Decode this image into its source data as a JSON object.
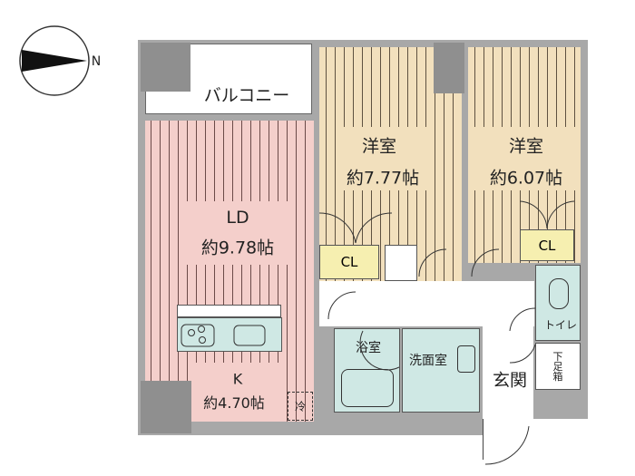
{
  "compass": {
    "label": "N"
  },
  "rooms": {
    "balcony": {
      "name": "バルコニー"
    },
    "western1": {
      "name": "洋室",
      "size": "約7.77帖"
    },
    "western2": {
      "name": "洋室",
      "size": "約6.07帖"
    },
    "ld": {
      "name": "LD",
      "size": "約9.78帖"
    },
    "kitchen": {
      "name": "K",
      "size": "約4.70帖"
    },
    "closet1": {
      "name": "CL"
    },
    "closet2": {
      "name": "CL"
    },
    "bath": {
      "name": "浴室"
    },
    "washroom": {
      "name": "洗面室"
    },
    "entrance": {
      "name": "玄関"
    },
    "toilet": {
      "name": "トイレ"
    },
    "shoe_box": {
      "name": "下足箱"
    },
    "fridge": {
      "name": "冷"
    }
  },
  "colors": {
    "ld": "#f4cfcb",
    "western": "#f2e0bd",
    "wet": "#cfe8e4",
    "closet": "#f6efb0",
    "wall": "#a8a8a8"
  }
}
